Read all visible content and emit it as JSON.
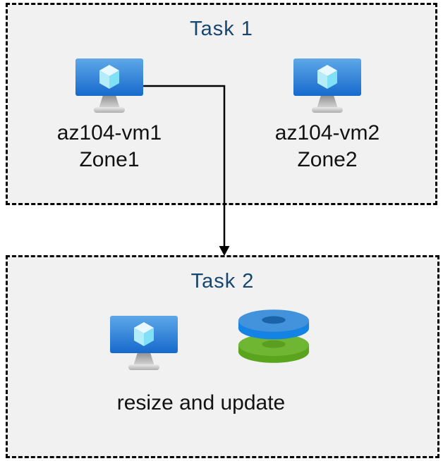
{
  "task1": {
    "title": "Task 1",
    "vms": [
      {
        "name": "az104-vm1",
        "zone": "Zone1",
        "icon": "azure-virtual-machine-icon"
      },
      {
        "name": "az104-vm2",
        "zone": "Zone2",
        "icon": "azure-virtual-machine-icon"
      }
    ]
  },
  "connector": {
    "type": "elbow-arrow-down",
    "from": "az104-vm1",
    "to": "Task 2"
  },
  "task2": {
    "title": "Task 2",
    "caption": "resize and update",
    "icons": [
      "azure-virtual-machine-icon",
      "azure-disks-icon"
    ]
  },
  "colors": {
    "title_text": "#17466f",
    "label_text": "#121212",
    "box_fill": "#f1f1f1",
    "box_border": "#000000",
    "vm_screen_top": "#5ea8e8",
    "vm_screen_bottom": "#1669cd",
    "cube_top": "#e7f8fe",
    "cube_left": "#b4ecfa",
    "cube_right": "#7fe0f6",
    "disk_blue_top": "#4392dc",
    "disk_blue_side": "#1583e3",
    "disk_blue_hole": "#1a63a8",
    "disk_green_top": "#6fb733",
    "disk_green_side": "#5aa51d",
    "disk_green_hole": "#5b9e20"
  }
}
